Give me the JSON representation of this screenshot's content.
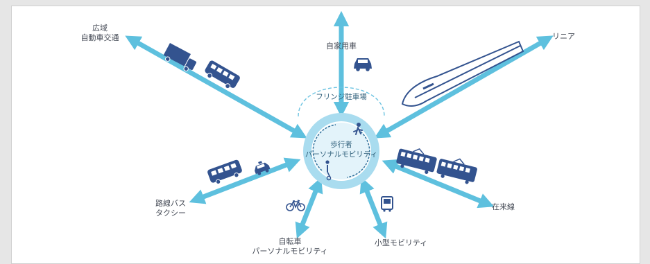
{
  "hub": {
    "line1": "歩行者",
    "line2": "パーソナルモビリティ"
  },
  "fringe_parking": "フリンジ駐車場",
  "nodes": {
    "wide_area_line1": "広域",
    "wide_area_line2": "自動車交通",
    "private_car": "自家用車",
    "linear": "リニア",
    "conventional_rail": "在来線",
    "small_mobility": "小型モビリティ",
    "bicycle_line1": "自転車",
    "bicycle_line2": "パーソナルモビリティ",
    "route_bus_line1": "路線バス",
    "route_bus_line2": "タクシー"
  },
  "colors": {
    "arrow": "#5ec0de",
    "ring": "#a9dcef",
    "ring_inner": "#e3f3fa",
    "vehicle": "#33538f",
    "train_body": "#ffffff"
  }
}
